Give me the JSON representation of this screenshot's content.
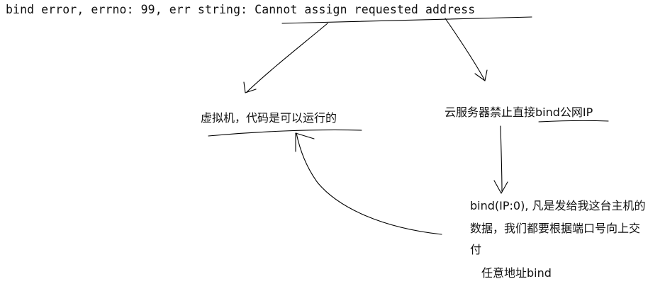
{
  "error_line": "bind error, errno: 99, err string: Cannot assign requested address",
  "nodes": {
    "vm_note": "虚拟机，代码是可以运行的",
    "cloud_note": "云服务器禁止直接bind公网IP",
    "bind_any_line1": "bind(IP:0), 凡是发给我这台主机的",
    "bind_any_line2": "数据，我们都要根据端口号向上交",
    "bind_any_line3": "付",
    "any_address": "任意地址bind"
  },
  "colors": {
    "text": "#111111",
    "ink": "#000000",
    "background": "#ffffff"
  }
}
